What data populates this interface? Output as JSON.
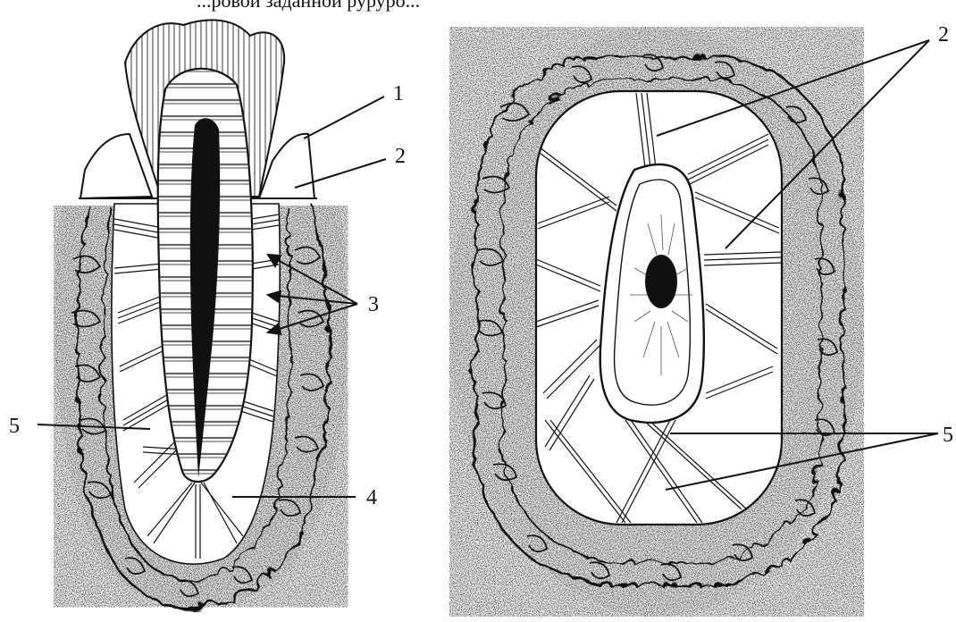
{
  "caption_fragment": "...ровой заданной руруро...",
  "left_figure": {
    "labels": [
      "1",
      "2",
      "3",
      "5",
      "4"
    ]
  },
  "right_figure": {
    "labels": [
      "2",
      "5"
    ]
  }
}
